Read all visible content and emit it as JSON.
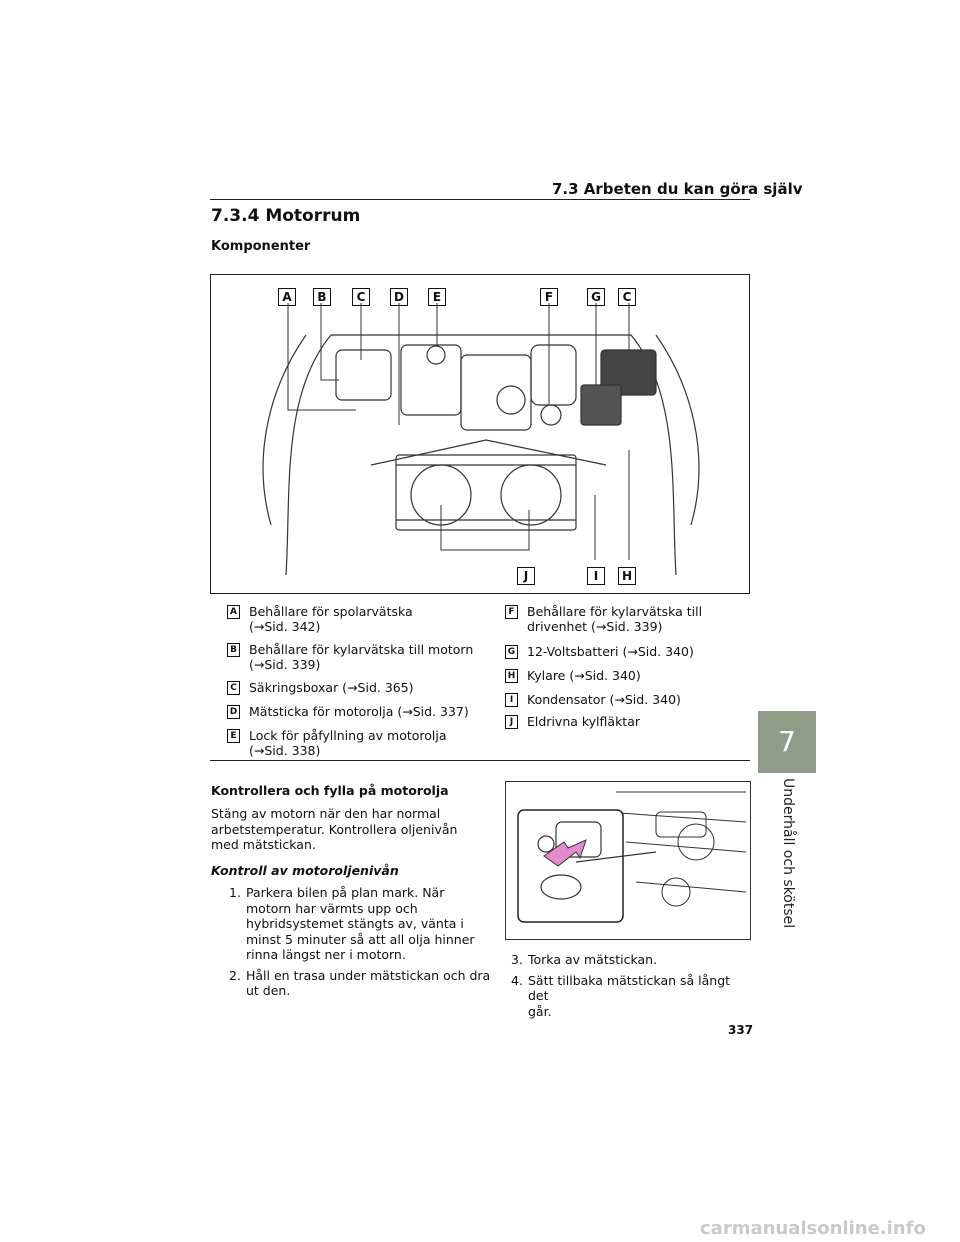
{
  "header": {
    "title": "7.3 Arbeten du kan göra själv"
  },
  "section": {
    "title": "7.3.4 Motorrum",
    "subhead": "Komponenter"
  },
  "diagram": {
    "top_labels": [
      "A",
      "B",
      "C",
      "D",
      "E",
      "F",
      "G",
      "C"
    ],
    "bottom_labels": [
      "J",
      "I",
      "H"
    ]
  },
  "legend_left": [
    {
      "key": "A",
      "text1": "Behållare för spolarvätska",
      "text2": "(→Sid. 342)"
    },
    {
      "key": "B",
      "text1": "Behållare för kylarvätska till motorn",
      "text2": "(→Sid. 339)"
    },
    {
      "key": "C",
      "text1": "Säkringsboxar (→Sid. 365)",
      "text2": ""
    },
    {
      "key": "D",
      "text1": "Mätsticka för motorolja (→Sid. 337)",
      "text2": ""
    },
    {
      "key": "E",
      "text1": "Lock för påfyllning av motorolja",
      "text2": "(→Sid. 338)"
    }
  ],
  "legend_right": [
    {
      "key": "F",
      "text1": "Behållare för kylarvätska till",
      "text2": "drivenhet (→Sid. 339)"
    },
    {
      "key": "G",
      "text1": "12-Voltsbatteri (→Sid. 340)",
      "text2": ""
    },
    {
      "key": "H",
      "text1": "Kylare (→Sid. 340)",
      "text2": ""
    },
    {
      "key": "I",
      "text1": "Kondensator (→Sid. 340)",
      "text2": ""
    },
    {
      "key": "J",
      "text1": "Eldrivna kylfläktar",
      "text2": ""
    }
  ],
  "oil": {
    "heading": "Kontrollera och fylla på motorolja",
    "intro": [
      "Stäng av motorn när den har normal",
      "arbetstemperatur. Kontrollera oljenivån",
      "med mätstickan."
    ],
    "subheading": "Kontroll av motoroljenivån",
    "steps_left": [
      {
        "num": "1.",
        "lines": [
          "Parkera bilen på plan mark. När",
          "motorn har värmts upp och",
          "hybridsystemet stängts av, vänta i",
          "minst 5 minuter så att all olja hinner",
          "rinna längst ner i motorn."
        ]
      },
      {
        "num": "2.",
        "lines": [
          "Håll en trasa under mätstickan och dra",
          "ut den."
        ]
      }
    ],
    "steps_right": [
      {
        "num": "3.",
        "lines": [
          "Torka av mätstickan."
        ]
      },
      {
        "num": "4.",
        "lines": [
          "Sätt tillbaka mätstickan så långt det",
          "går."
        ]
      }
    ]
  },
  "side_tab": {
    "number": "7",
    "label": "Underhåll och skötsel"
  },
  "page_number": "337",
  "footer": {
    "watermark": "carmanualsonline.info"
  }
}
